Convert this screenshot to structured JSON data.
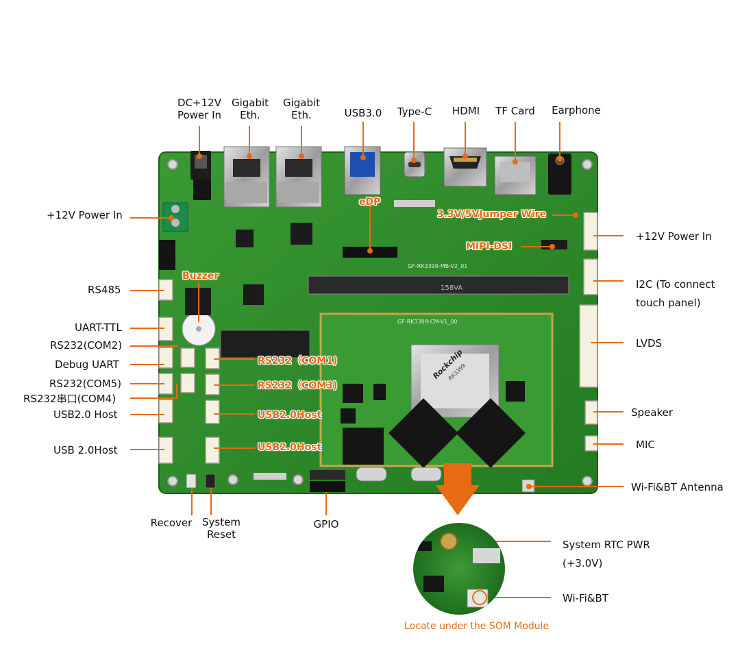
{
  "top_labels": {
    "dc12v": [
      "DC+12V",
      "Power In"
    ],
    "gbe1": [
      "Gigabit",
      "Eth."
    ],
    "gbe2": [
      "Gigabit",
      "Eth."
    ],
    "usb3": "USB3.0",
    "typec": "Type-C",
    "hdmi": "HDMI",
    "tfcard": "TF Card",
    "earphone": "Earphone"
  },
  "left_labels": {
    "power12v": "+12V Power In",
    "rs485": "RS485",
    "uart_ttl": "UART-TTL",
    "rs232_com2": "RS232(COM2)",
    "debug_uart": "Debug UART",
    "rs232_com5": "RS232(COM5)",
    "rs232_com4": "RS232串口(COM4)",
    "usb20_host_a": "USB2.0 Host",
    "usb20_host_b": "USB 2.0Host"
  },
  "right_labels": {
    "power12v": "+12V Power In",
    "i2c": [
      "I2C (To connect",
      "touch panel)"
    ],
    "lvds": "LVDS",
    "speaker": "Speaker",
    "mic": "MIC",
    "wifi_antenna": "Wi-Fi&BT Antenna"
  },
  "bottom_labels": {
    "recover": "Recover",
    "system_reset": [
      "System",
      "Reset"
    ],
    "gpio": "GPIO"
  },
  "board_callouts": {
    "edp": "eDP",
    "jumper": "3.3V/5VJumper Wire",
    "mipi": "MIPI-DSI",
    "buzzer": "Buzzer",
    "com1": "RS232（COM1)",
    "com3": "RS232（COM3)",
    "usb_host_1": "USB2.0Host",
    "usb_host_2": "USB2.0Host"
  },
  "silkscreen": {
    "som": "GF-RK3399-CM-V1_00",
    "carrier": "GF-RK3399-MB-V2_01",
    "chip_brand": "Rockchip",
    "chip_model": "RK3399",
    "slot": "158VA"
  },
  "inset": {
    "rtc": [
      "System RTC PWR",
      "(+3.0V)"
    ],
    "wifi": "Wi-Fi&BT",
    "caption": "Locate under the SOM Module"
  },
  "colors": {
    "accent": "#e86a12",
    "pcb": "#2f8a2b",
    "pcb_dark": "#1d6a1c",
    "som": "#3a9a33",
    "text": "#111111"
  }
}
